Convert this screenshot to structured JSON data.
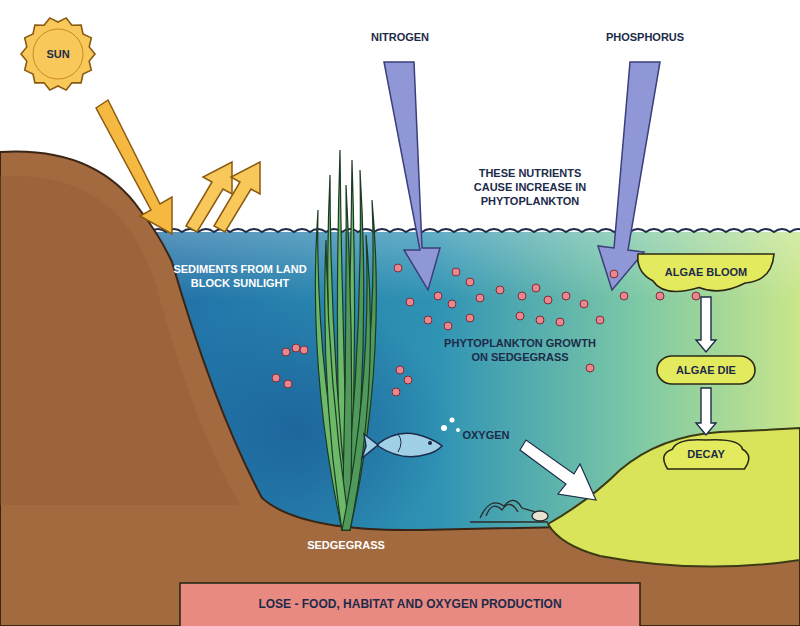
{
  "diagram": {
    "nodes": [
      {
        "text": [
          "SUN"
        ]
      },
      {
        "text": [
          "ALGAE BLOOM"
        ]
      },
      {
        "text": [
          "ALGAE DIE"
        ]
      },
      {
        "text": [
          "DECAY"
        ]
      },
      {
        "text": [
          "LOSE - FOOD, HABITAT AND OXYGEN PRODUCTION"
        ]
      }
    ],
    "edges": [
      {
        "from": 1,
        "to": 2,
        "arrow": "to"
      },
      {
        "from": 2,
        "to": 3,
        "arrow": "to"
      }
    ],
    "labels": [
      "NITROGEN",
      "PHOSPHORUS",
      "THESE NUTRIENTS CAUSE INCREASE IN PHYTOPLANKTON",
      "SEDIMENTS FROM LAND BLOCK SUNLIGHT",
      "PHYTOPLANKTON GROWTH ON SEDGEGRASS",
      "OXYGEN",
      "SEDGEGRASS"
    ]
  }
}
